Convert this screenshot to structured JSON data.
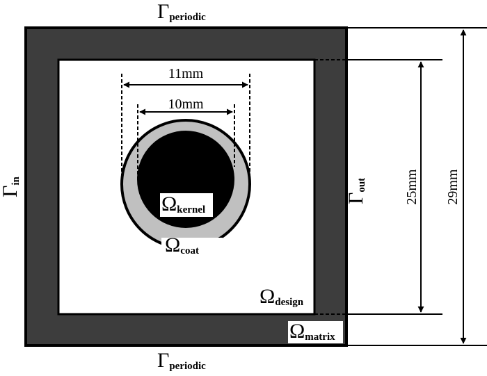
{
  "colors": {
    "matrix": "#3d3d3d",
    "design": "#ffffff",
    "coat": "#c0c0c0",
    "kernel": "#000000",
    "line": "#000000"
  },
  "labels": {
    "gamma_symbol": "Γ",
    "omega_symbol": "Ω",
    "periodic_sub": "periodic",
    "in_sub": "in",
    "out_sub": "out",
    "kernel_sub": "kernel",
    "coat_sub": "coat",
    "design_sub": "design",
    "matrix_sub": "matrix"
  },
  "dimensions": {
    "coat_diameter": "11mm",
    "kernel_diameter": "10mm",
    "design_side": "25mm",
    "matrix_side": "29mm"
  }
}
